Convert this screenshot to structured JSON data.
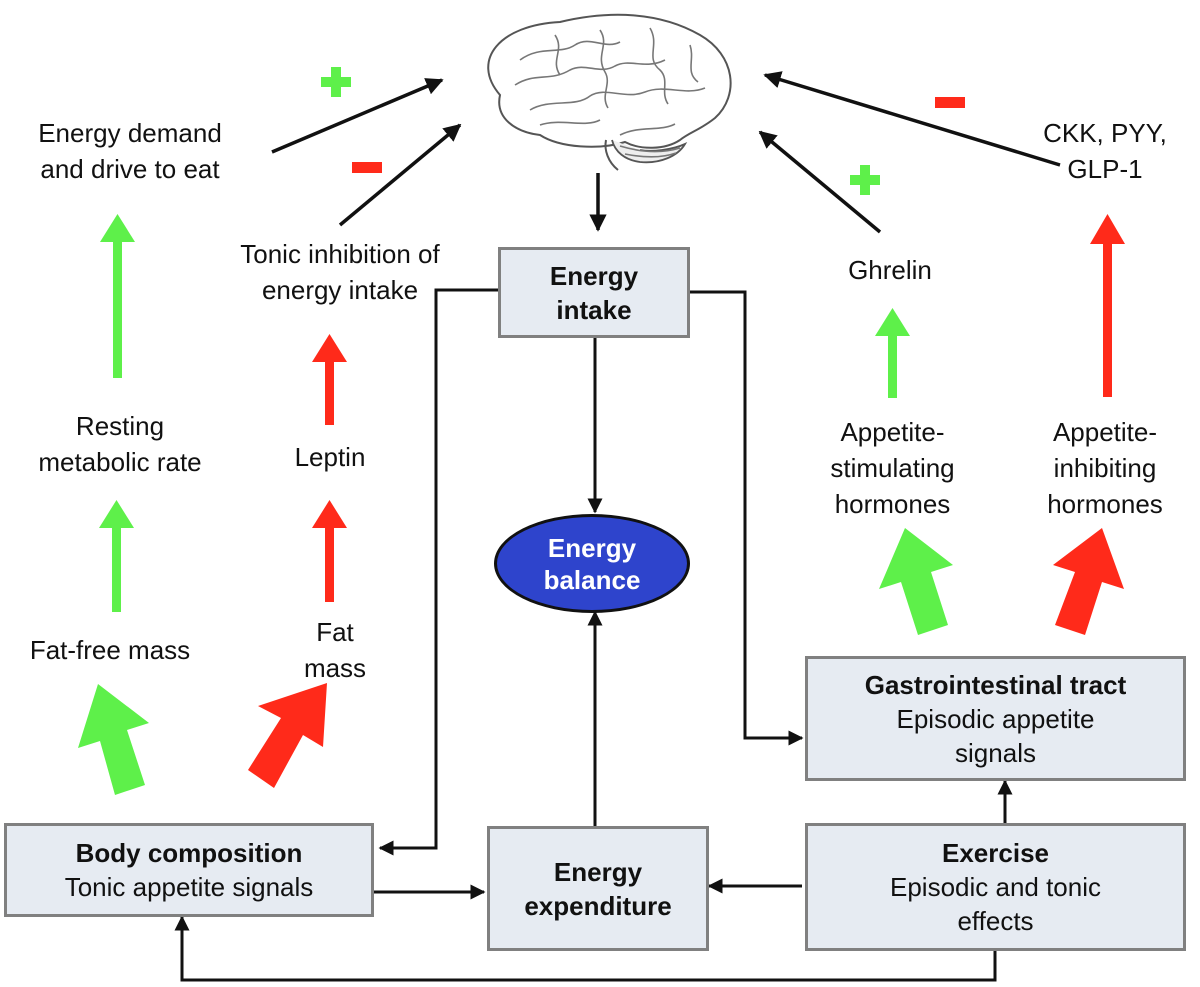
{
  "labels": {
    "energy_demand": [
      "Energy demand",
      "and drive to eat"
    ],
    "tonic_inhibition": [
      "Tonic inhibition of",
      "energy intake"
    ],
    "resting_metabolic": [
      "Resting",
      "metabolic rate"
    ],
    "leptin": "Leptin",
    "fat_free_mass": "Fat-free mass",
    "fat_mass": [
      "Fat",
      "mass"
    ],
    "ghrelin": "Ghrelin",
    "ckk": [
      "CKK, PYY,",
      "GLP-1"
    ],
    "appetite_stimulating": [
      "Appetite-",
      "stimulating",
      "hormones"
    ],
    "appetite_inhibiting": [
      "Appetite-",
      "inhibiting",
      "hormones"
    ]
  },
  "boxes": {
    "energy_intake": [
      "Energy",
      "intake"
    ],
    "energy_balance": [
      "Energy",
      "balance"
    ],
    "body_composition": {
      "title": "Body composition",
      "subtitle": "Tonic appetite signals"
    },
    "energy_expenditure": [
      "Energy",
      "expenditure"
    ],
    "gi_tract": {
      "title": "Gastrointestinal tract",
      "subtitle": [
        "Episodic appetite",
        "signals"
      ]
    },
    "exercise": {
      "title": "Exercise",
      "subtitle": [
        "Episodic and tonic",
        "effects"
      ]
    }
  },
  "colors": {
    "stimulate": "#5ef04a",
    "inhibit": "#ff2a1a",
    "box_fill": "#e6ebf2",
    "box_border": "#808080",
    "balance_fill": "#2e44cc"
  },
  "icons": {
    "brain": "brain-icon",
    "plus": "plus-sign-icon",
    "minus": "minus-sign-icon"
  }
}
